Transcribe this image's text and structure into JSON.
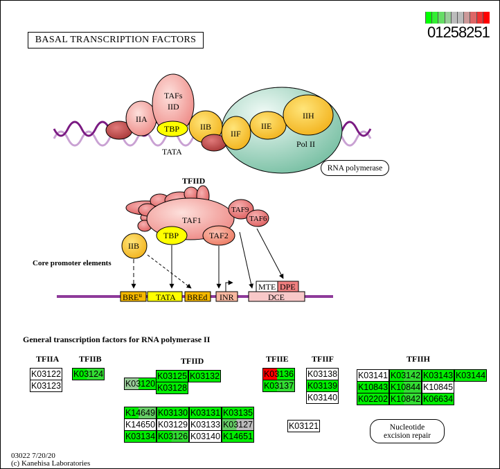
{
  "title": "BASAL TRANSCRIPTION FACTORS",
  "legend": {
    "colors": [
      "#00ff00",
      "#33ee33",
      "#66dd66",
      "#99cc99",
      "#bbbbbb",
      "#bbbbbb",
      "#cc9999",
      "#dd6666",
      "#ee3333",
      "#ff0000"
    ],
    "scale_text": "01258251"
  },
  "diagram_top": {
    "labels": {
      "tafs": "TAFs",
      "iid": "IID",
      "iia": "IIA",
      "tbp": "TBP",
      "iib": "IIB",
      "iif": "IIF",
      "iie": "IIE",
      "iih": "IIH",
      "pol2": "Pol II",
      "tata": "TATA"
    },
    "rna_polymerase_link": "RNA polymerase"
  },
  "diagram_tfiid": {
    "title": "TFIID",
    "taf1": "TAF1",
    "taf9": "TAF9",
    "taf6": "TAF6",
    "tbp": "TBP",
    "taf2": "TAF2",
    "iib": "IIB",
    "core_label": "Core promoter elements",
    "elements": {
      "breu": "BRE",
      "breu_sup": "u",
      "tata": "TATA",
      "bred": "BREd",
      "inr": "INR",
      "dce": "DCE",
      "mte": "MTE",
      "dpe": "DPE"
    }
  },
  "gtf_section": {
    "title": "General transcription factors for RNA polymerase II",
    "groups": {
      "tfiia": {
        "label": "TFIIA",
        "genes": [
          {
            "id": "K03122",
            "color": "#ffffff"
          },
          {
            "id": "K03123",
            "color": "#ffffff"
          }
        ]
      },
      "tfiib": {
        "label": "TFIIB",
        "genes": [
          {
            "id": "K03124",
            "color": "#00ee00",
            "split": "#33dd33"
          }
        ]
      },
      "tfiid": {
        "label": "TFIID",
        "k03120": {
          "id": "K03120",
          "color": "#99cc99",
          "split": "#00ee00"
        },
        "top": [
          {
            "id": "K03125",
            "color": "#00ee00"
          },
          {
            "id": "K03132",
            "color": "#00ee00"
          }
        ],
        "k03128": {
          "id": "K03128",
          "color": "#00ee00"
        },
        "grid": [
          [
            {
              "id": "K14649",
              "color": "#00ee00",
              "split": "#66cc66"
            },
            {
              "id": "K03130",
              "color": "#00ee00"
            },
            {
              "id": "K03131",
              "color": "#00ee00"
            },
            {
              "id": "K03135",
              "color": "#00ee00"
            }
          ],
          [
            {
              "id": "K14650",
              "color": "#ffffff"
            },
            {
              "id": "K03129",
              "color": "#ffffff"
            },
            {
              "id": "K03133",
              "color": "#ffffff"
            },
            {
              "id": "K03127",
              "color": "#66cc66",
              "split": "#bbbbbb"
            }
          ],
          [
            {
              "id": "K03134",
              "color": "#00ee00"
            },
            {
              "id": "K03126",
              "color": "#00ee00",
              "split": "#33dd33"
            },
            {
              "id": "K03140",
              "color": "#ffffff"
            },
            {
              "id": "K14651",
              "color": "#00ee00"
            }
          ]
        ]
      },
      "tfiie": {
        "label": "TFIIE",
        "genes": [
          {
            "id": "K03136",
            "color": "#ff0000",
            "split": "#00ee00"
          },
          {
            "id": "K03137",
            "color": "#00ee00",
            "split": "#33dd33"
          }
        ]
      },
      "tfiif": {
        "label": "TFIIF",
        "genes": [
          {
            "id": "K03138",
            "color": "#ffffff"
          },
          {
            "id": "K03139",
            "color": "#00ee00"
          },
          {
            "id": "K03140",
            "color": "#ffffff"
          }
        ]
      },
      "other": {
        "id": "K03121",
        "color": "#ffffff"
      },
      "tfiih": {
        "label": "TFIIH",
        "grid": [
          [
            {
              "id": "K03141",
              "color": "#ffffff"
            },
            {
              "id": "K03142",
              "color": "#00ee00",
              "split": "#33dd33"
            },
            {
              "id": "K03143",
              "color": "#00ee00"
            },
            {
              "id": "K03144",
              "color": "#00ee00"
            }
          ],
          [
            {
              "id": "K10843",
              "color": "#00ee00"
            },
            {
              "id": "K10844",
              "color": "#00ee00",
              "split": "#33dd33"
            },
            {
              "id": "K10845",
              "color": "#ffffff"
            }
          ],
          [
            {
              "id": "K02202",
              "color": "#00ee00"
            },
            {
              "id": "K10842",
              "color": "#00ee00",
              "split": "#33dd33"
            },
            {
              "id": "K06634",
              "color": "#00ee00"
            }
          ]
        ]
      }
    },
    "ner_link": "Nucleotide excision repair"
  },
  "footer": {
    "line1": "03022 7/20/20",
    "line2": "(c) Kanehisa Laboratories"
  }
}
